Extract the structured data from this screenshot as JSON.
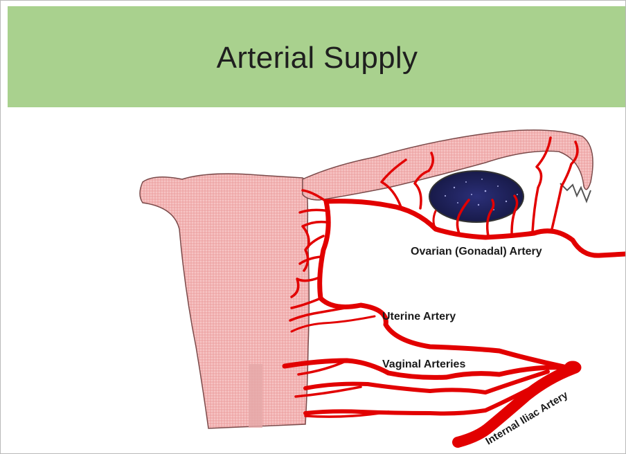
{
  "slide": {
    "title": "Arterial Supply",
    "header_color": "#a9d18e"
  },
  "diagram": {
    "labels": {
      "ovarian": "Ovarian (Gonadal) Artery",
      "uterine": "Uterine Artery",
      "vaginal": "Vaginal Arteries",
      "iliac": "Internal Iliac Artery"
    },
    "colors": {
      "tissue": "#f2b3b3",
      "artery": "#e20000",
      "ovary": "#1c1f5a"
    }
  }
}
